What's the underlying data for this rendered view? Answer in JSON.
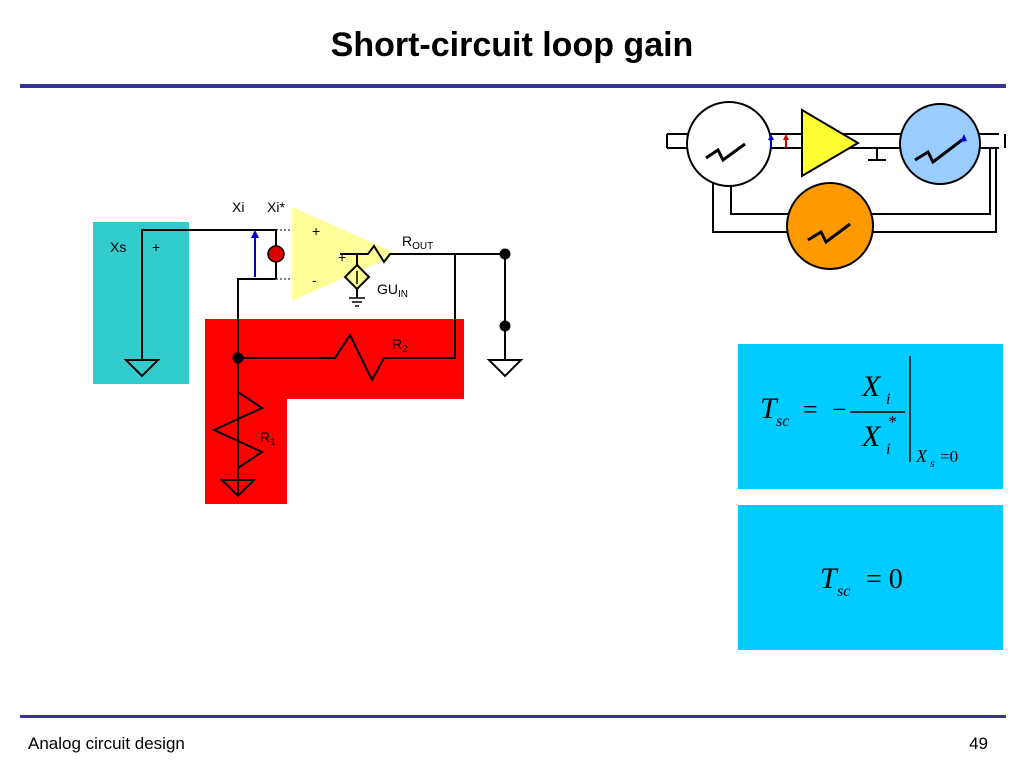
{
  "slide": {
    "title": "Short-circuit loop gain",
    "footer": "Analog circuit design",
    "page_number": "49"
  },
  "circuit": {
    "labels": {
      "xs": "Xs",
      "xs_plus": "+",
      "xi": "Xi",
      "xi_star": "Xi*",
      "opamp_plus": "+",
      "opamp_minus": "-",
      "source_plus": "+",
      "rout_main": "R",
      "rout_sub": "OUT",
      "gu_main": "GU",
      "gu_sub": "IN",
      "r2_main": "R",
      "r2_sub": "2",
      "r1_main": "R",
      "r1_sub": "1"
    },
    "colors": {
      "source_box": "#33CCCC",
      "feedback_block": "#FF0000",
      "opamp": "#FFFF99",
      "node_marker": "#DD0000"
    }
  },
  "block_diagram": {
    "colors": {
      "left_circle": "#FFFFFF",
      "amplifier": "#FFFF33",
      "right_circle": "#99CCFF",
      "feedback_circle": "#FF9900"
    }
  },
  "equations": {
    "definition": {
      "lhs_main": "T",
      "lhs_sub": "sc",
      "equals": "=",
      "minus": "−",
      "num_main": "X",
      "num_sub": "i",
      "den_main": "X",
      "den_sub": "i",
      "den_sup": "*",
      "cond_main": "X",
      "cond_sub": "s",
      "cond_rest": "=0",
      "bg": "#00CCFF"
    },
    "result": {
      "lhs_main": "T",
      "lhs_sub": "sc",
      "rhs": "= 0",
      "bg": "#00CCFF"
    }
  }
}
